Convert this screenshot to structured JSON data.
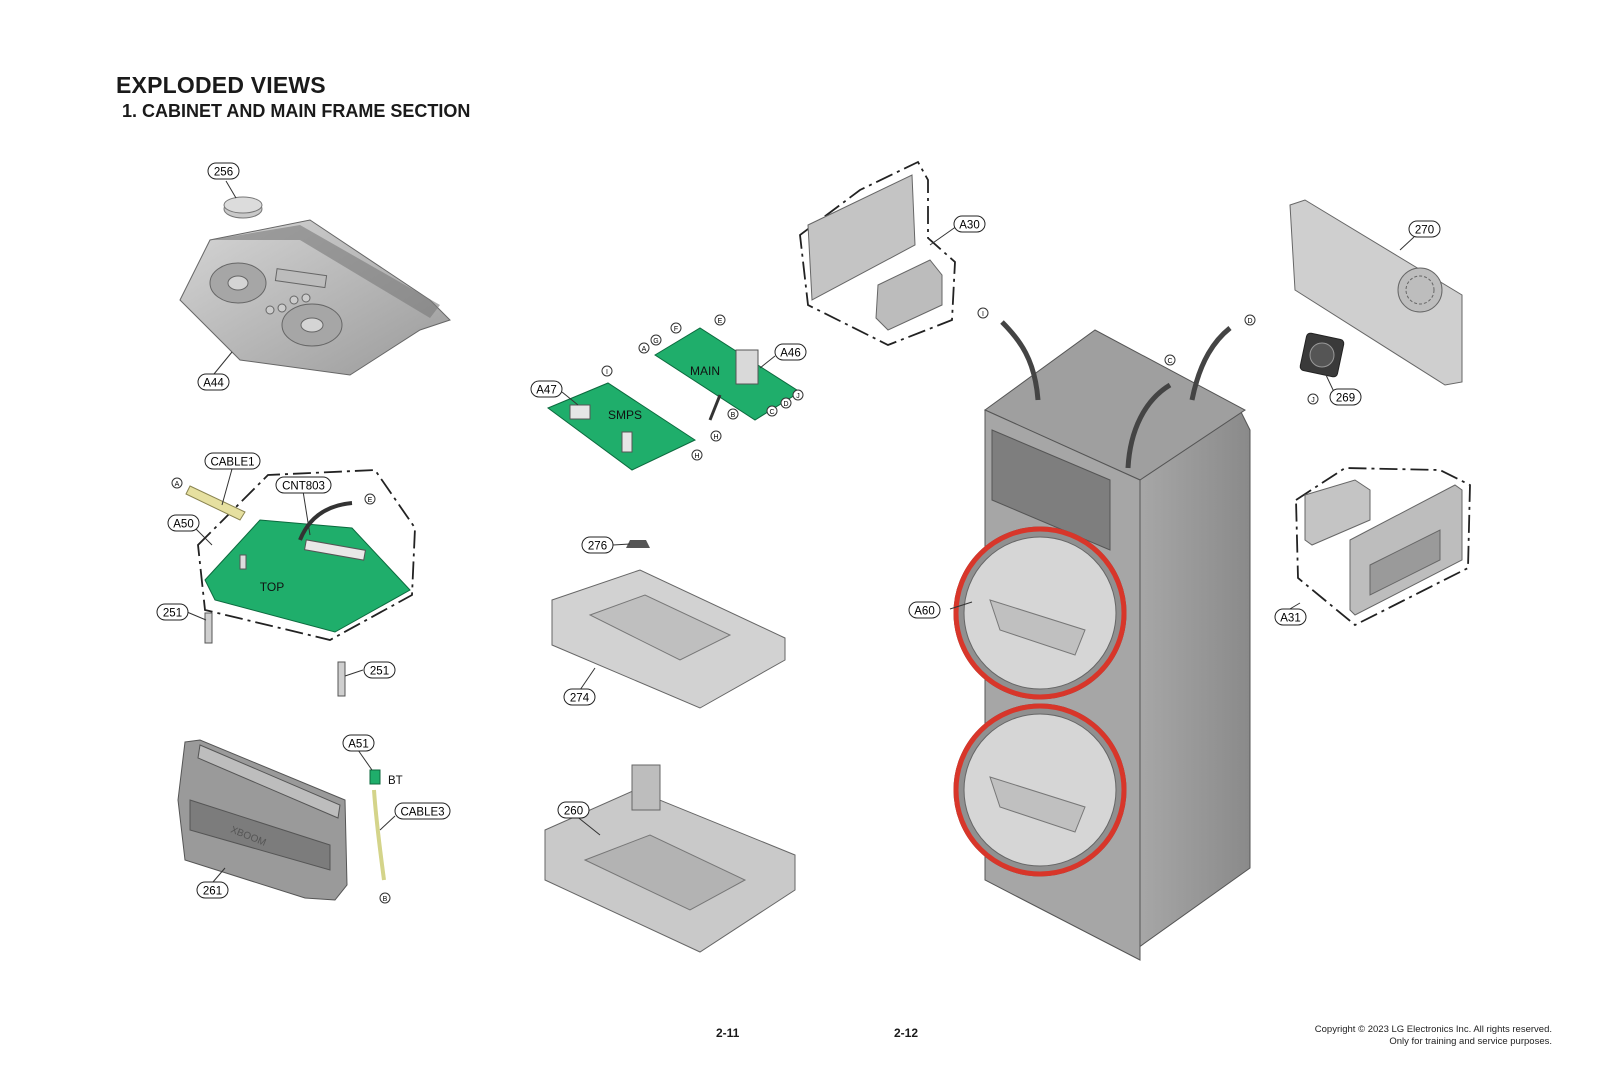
{
  "header": {
    "title": "EXPLODED VIEWS",
    "subtitle": "1. CABINET AND MAIN FRAME SECTION"
  },
  "callouts": {
    "p256": "256",
    "A44": "A44",
    "CABLE1": "CABLE1",
    "CNT803": "CNT803",
    "A50": "A50",
    "p251a": "251",
    "p251b": "251",
    "A51": "A51",
    "CABLE3": "CABLE3",
    "p261": "261",
    "A47": "A47",
    "A46": "A46",
    "p276": "276",
    "p274": "274",
    "p260": "260",
    "A30": "A30",
    "A60": "A60",
    "p270": "270",
    "p269": "269",
    "A31": "A31"
  },
  "board_labels": {
    "main": "MAIN",
    "smps": "SMPS",
    "top": "TOP",
    "bt": "BT",
    "xboom": "XBOOM"
  },
  "connectors": {
    "A": "A",
    "B": "B",
    "C": "C",
    "D": "D",
    "E": "E",
    "F": "F",
    "G": "G",
    "H": "H",
    "I": "I",
    "J": "J"
  },
  "colors": {
    "pcb_green": "#1fae6b",
    "accent_red": "#d8362a",
    "gray_part": "#b4b4b4"
  },
  "footer": {
    "page_left": "2-11",
    "page_right": "2-12",
    "copyright_line1": "Copyright © 2023 LG Electronics Inc. All rights reserved.",
    "copyright_line2": "Only for training and service purposes."
  }
}
